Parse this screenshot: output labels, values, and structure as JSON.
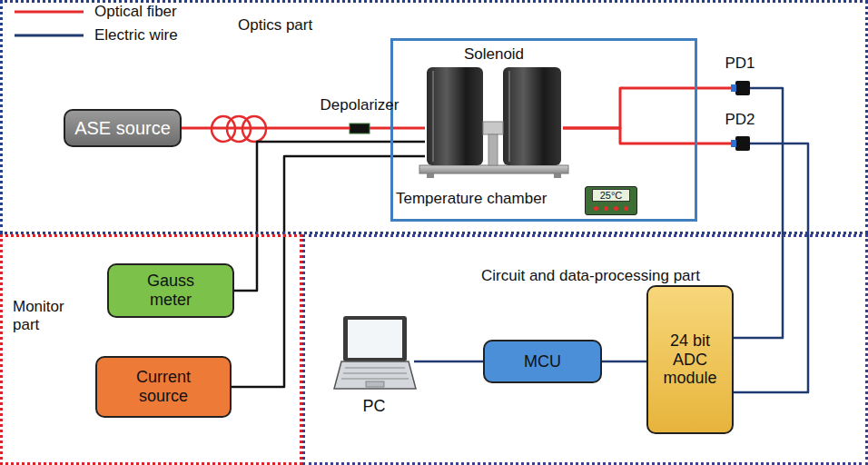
{
  "diagram": {
    "nodes": [
      {
        "text": [
          "Optics part"
        ]
      },
      {
        "text": [
          "ASE source"
        ],
        "in": 0
      },
      {
        "text": [
          "Depolarizer"
        ],
        "in": 0
      },
      {
        "text": [
          "Temperature chamber"
        ],
        "in": 0
      },
      {
        "text": [
          "Solenoid"
        ],
        "in": 3
      },
      {
        "text": [
          "25°C"
        ],
        "in": 3
      },
      {
        "text": [
          "PD1"
        ],
        "in": 0
      },
      {
        "text": [
          "PD2"
        ],
        "in": 0
      },
      {
        "text": [
          "Monitor part"
        ]
      },
      {
        "text": [
          "Gauss meter"
        ],
        "in": 8
      },
      {
        "text": [
          "Current source"
        ],
        "in": 8
      },
      {
        "text": [
          "Circuit and data-processing part"
        ]
      },
      {
        "text": [
          "PC"
        ],
        "in": 11
      },
      {
        "text": [
          "MCU"
        ],
        "in": 11
      },
      {
        "text": [
          "24 bit ADC module"
        ],
        "in": 11
      }
    ],
    "edges": [
      {
        "from": 1,
        "to": 2,
        "arrow": "none"
      },
      {
        "from": 2,
        "to": 4,
        "arrow": "none"
      },
      {
        "from": 4,
        "to": 6,
        "arrow": "none"
      },
      {
        "from": 4,
        "to": 7,
        "arrow": "none"
      },
      {
        "from": 6,
        "to": 14,
        "arrow": "none"
      },
      {
        "from": 7,
        "to": 14,
        "arrow": "none"
      },
      {
        "from": 9,
        "to": 4,
        "arrow": "none"
      },
      {
        "from": 10,
        "to": 4,
        "arrow": "none"
      },
      {
        "from": 12,
        "to": 13,
        "arrow": "none"
      },
      {
        "from": 13,
        "to": 14,
        "arrow": "none"
      }
    ],
    "legend": [
      {
        "text": "Optical fiber"
      },
      {
        "text": "Electric wire"
      }
    ]
  }
}
